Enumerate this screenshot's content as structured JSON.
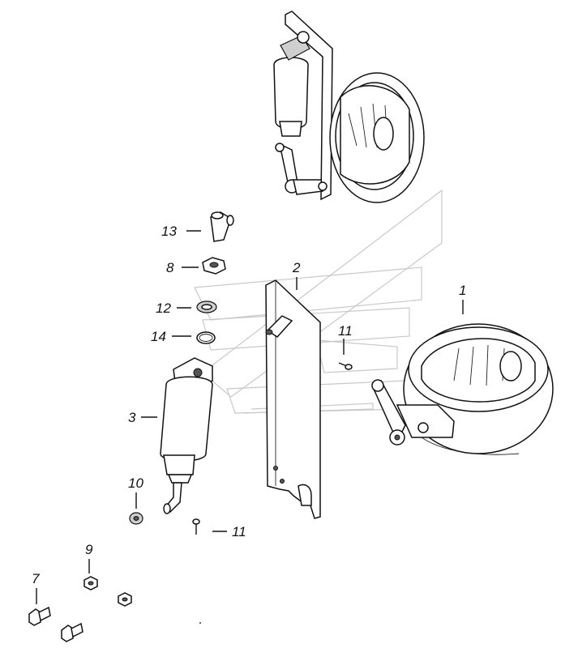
{
  "diagram": {
    "callouts": [
      {
        "id": "c13",
        "text": "13"
      },
      {
        "id": "c8",
        "text": "8"
      },
      {
        "id": "c12",
        "text": "12"
      },
      {
        "id": "c14",
        "text": "14"
      },
      {
        "id": "c2",
        "text": "2"
      },
      {
        "id": "c1",
        "text": "1"
      },
      {
        "id": "c11a",
        "text": "11"
      },
      {
        "id": "c3",
        "text": "3"
      },
      {
        "id": "c10",
        "text": "10"
      },
      {
        "id": "c11b",
        "text": "11"
      },
      {
        "id": "c9",
        "text": "9"
      },
      {
        "id": "c7",
        "text": "7"
      }
    ]
  }
}
